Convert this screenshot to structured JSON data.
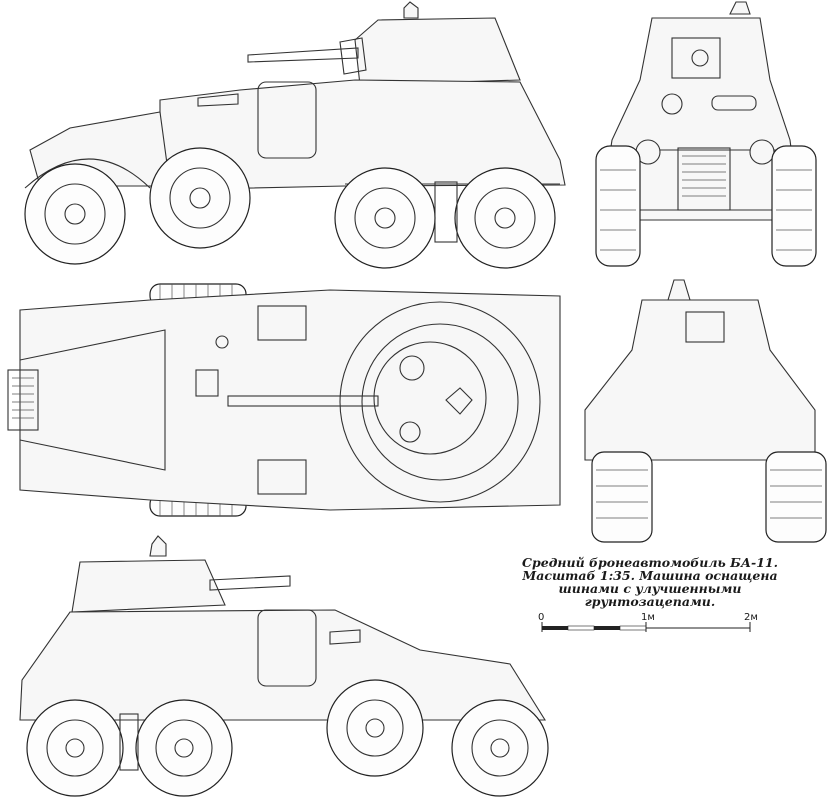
{
  "caption": {
    "line1": "Средний бронеавтомобиль БА-11.",
    "line2": "Масштаб 1:35. Машина оснащена",
    "line3": "шинами с улучшенными",
    "line4": "грунтозацепами."
  },
  "scale_bar": {
    "labels": [
      "0",
      "1м",
      "2м"
    ],
    "segments": 4
  },
  "colors": {
    "line": "#333333",
    "paper": "#ffffff"
  }
}
